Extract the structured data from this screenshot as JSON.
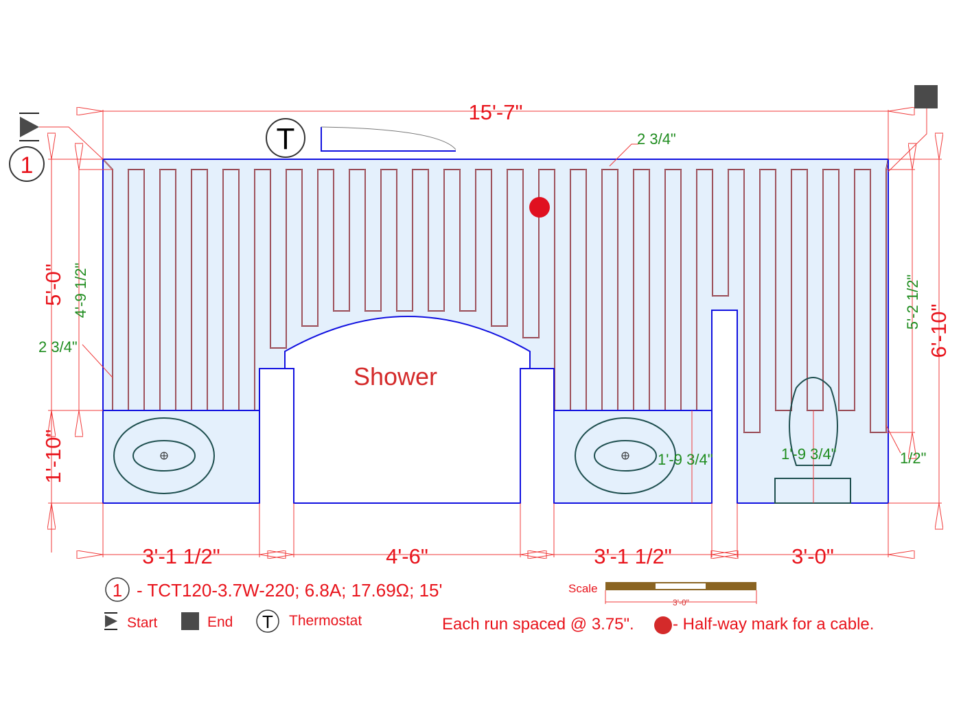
{
  "colors": {
    "floor": "#e4f0fc",
    "wall": "#1010e0",
    "cable": "#7a1c2a",
    "dimension": "#e8131b",
    "inner_dimension": "#1e8c1e",
    "marker": "#e01020",
    "scale_bar": "#8a6422"
  },
  "room": {
    "label": "Shower"
  },
  "dimensions": {
    "overall_width": "15'-7\"",
    "top_offset": "2 3/4\"",
    "left_height": "5'-0\"",
    "left_lower": "1'-10\"",
    "left_inner": "4'-9 1/2\"",
    "left_offset": "2 3/4\"",
    "right_height": "6'-10\"",
    "right_inner": "5'-2 1/2\"",
    "right_offset": "1/2\"",
    "vanity2_depth": "1'-9 3/4\"",
    "toilet_depth": "1'-9 3/4\"",
    "bottom": [
      "3'-1 1/2\"",
      "4'-6\"",
      "3'-1 1/2\"",
      "3'-0\""
    ]
  },
  "markers": {
    "thermostat": "T",
    "circuit_number": "1"
  },
  "legend": {
    "cable_number": "1",
    "cable_spec": "- TCT120-3.7W-220; 6.8A; 17.69Ω; 15'",
    "start": "Start",
    "end": "End",
    "thermostat_symbol": "T",
    "thermostat": "Thermostat",
    "spacing_note": "Each run spaced @ 3.75\".",
    "halfway_note": "- Half-way mark for a cable.",
    "scale_label": "Scale",
    "scale_value": "3'-0\""
  }
}
